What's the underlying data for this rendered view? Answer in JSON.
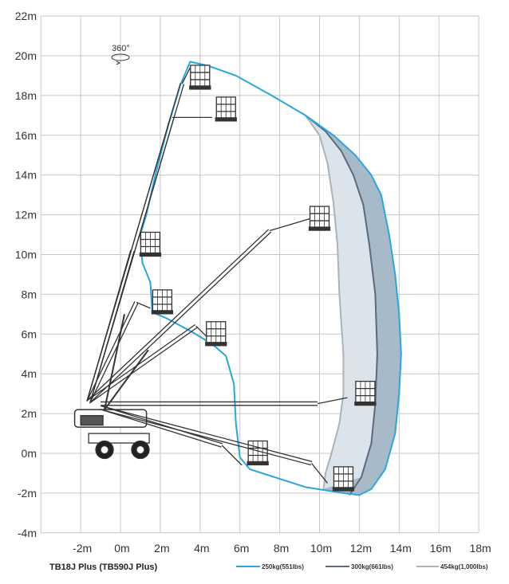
{
  "diagram": {
    "model_label": "TB18J Plus (TB590J Plus)",
    "rotation_label": "360°",
    "y_axis": {
      "min": -4,
      "max": 22,
      "step": 2,
      "unit": "m"
    },
    "x_axis": {
      "min": -2,
      "max": 18,
      "step": 2,
      "unit": "m",
      "left_extra": -4
    },
    "legend": [
      {
        "label": "250kg(551lbs)",
        "color": "#2aa6de"
      },
      {
        "label": "300kg(661lbs)",
        "color": "#5b6b7d"
      },
      {
        "label": "454kg(1,000lbs)",
        "color": "#a9b3bc"
      }
    ],
    "colors": {
      "grid": "#c8c8c8",
      "envelope_250": "#2aa6de",
      "envelope_300": "#5b6b7d",
      "envelope_454": "#a9b3bc",
      "fill_outer": "#a8b9c7",
      "fill_inner": "#dbe4ea",
      "machine": "#333333"
    },
    "envelope_250": [
      [
        3.5,
        19.7
      ],
      [
        4.4,
        19.5
      ],
      [
        5.8,
        19.0
      ],
      [
        7.6,
        18.0
      ],
      [
        9.3,
        17.0
      ],
      [
        10.7,
        16.0
      ],
      [
        11.8,
        15.0
      ],
      [
        12.6,
        14.0
      ],
      [
        13.1,
        13.0
      ],
      [
        13.5,
        11.0
      ],
      [
        13.8,
        9.0
      ],
      [
        14.0,
        7.0
      ],
      [
        14.1,
        5.0
      ],
      [
        14.0,
        3.0
      ],
      [
        13.8,
        1.0
      ],
      [
        13.3,
        -0.8
      ],
      [
        12.6,
        -1.8
      ],
      [
        12.0,
        -2.1
      ],
      [
        11.2,
        -2.0
      ],
      [
        9.3,
        -1.7
      ],
      [
        6.5,
        -0.8
      ],
      [
        6.0,
        -0.2
      ],
      [
        5.8,
        1.5
      ],
      [
        5.7,
        3.5
      ],
      [
        5.3,
        4.9
      ],
      [
        4.6,
        5.5
      ],
      [
        3.6,
        6.1
      ],
      [
        2.3,
        6.8
      ],
      [
        1.6,
        7.1
      ],
      [
        1.5,
        8.6
      ],
      [
        1.1,
        9.6
      ],
      [
        1.0,
        11.0
      ],
      [
        1.3,
        12.0
      ],
      [
        1.8,
        14.2
      ],
      [
        2.4,
        16.5
      ],
      [
        3.0,
        18.5
      ]
    ],
    "envelope_300_curve": [
      [
        9.3,
        17.0
      ],
      [
        10.3,
        16.2
      ],
      [
        11.1,
        15.2
      ],
      [
        11.7,
        14.0
      ],
      [
        12.2,
        12.5
      ],
      [
        12.5,
        10.5
      ],
      [
        12.8,
        8.0
      ],
      [
        12.9,
        5.0
      ],
      [
        12.8,
        2.5
      ],
      [
        12.6,
        0.5
      ],
      [
        12.1,
        -1.2
      ],
      [
        11.5,
        -2.1
      ]
    ],
    "envelope_454_curve": [
      [
        9.3,
        17.0
      ],
      [
        10.0,
        16.0
      ],
      [
        10.4,
        14.6
      ],
      [
        10.7,
        12.6
      ],
      [
        10.9,
        10.5
      ],
      [
        11.0,
        8.0
      ],
      [
        11.2,
        5.0
      ],
      [
        11.2,
        3.0
      ],
      [
        11.0,
        1.5
      ],
      [
        10.6,
        0.0
      ],
      [
        10.3,
        -1.0
      ],
      [
        10.2,
        -1.8
      ]
    ]
  }
}
